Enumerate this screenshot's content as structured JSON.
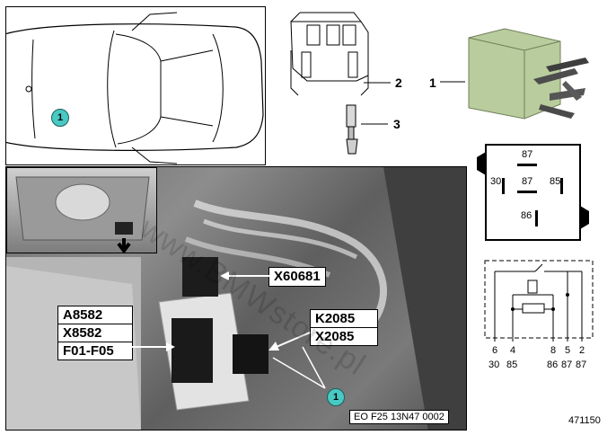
{
  "watermark": "www.BMWstore.pl",
  "car_view": {
    "position_badge": "1"
  },
  "parts": [
    {
      "number": "1"
    },
    {
      "number": "2"
    },
    {
      "number": "3"
    }
  ],
  "relay_face": {
    "terminals": {
      "top": "87",
      "left": "30",
      "center": "87",
      "right": "85",
      "bottom": "86"
    }
  },
  "photo": {
    "callouts": {
      "connector": "X60681",
      "control_unit": [
        "A8582",
        "X8582",
        "F01-F05"
      ],
      "relay": [
        "K2085",
        "X2085"
      ]
    },
    "position_badge": "1",
    "caption": "EO F25 13N47 0002"
  },
  "schematic": {
    "pin_numbers": [
      "6",
      "4",
      "8",
      "5",
      "2"
    ],
    "terminal_labels": [
      "30",
      "85",
      "86",
      "87",
      "87"
    ]
  },
  "diagram_id": "471150",
  "colors": {
    "badge": "#49c9c3",
    "relay_body": "#b9cc9d",
    "photo_bg": "#8a8a8a"
  }
}
